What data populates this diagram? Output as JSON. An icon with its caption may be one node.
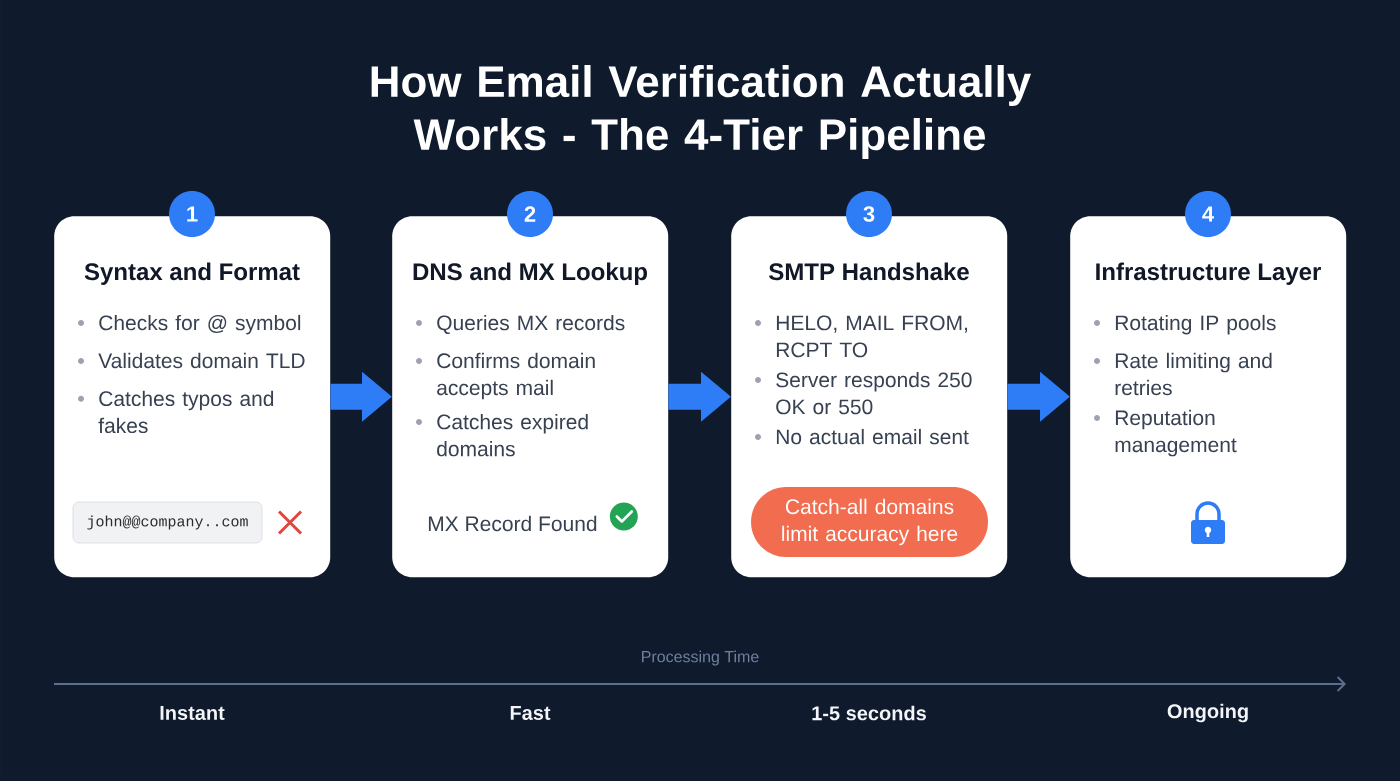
{
  "diagram": {
    "title": "How Email Verification Actually Works - The 4-Tier Pipeline",
    "nodes": [
      {
        "text": [
          "1",
          "Syntax and Format",
          "Checks for @ symbol",
          "Validates domain TLD",
          "Catches typos and fakes"
        ]
      },
      {
        "text": [
          "john@@company..com"
        ],
        "in": 0
      },
      {
        "text": [
          "2",
          "DNS and MX Lookup",
          "Queries MX records",
          "Confirms domain accepts mail",
          "Catches expired domains",
          "MX Record Found"
        ]
      },
      {
        "text": [
          "3",
          "SMTP Handshake",
          "HELO, MAIL FROM, RCPT TO",
          "Server responds 250 OK or 550",
          "No actual email sent"
        ]
      },
      {
        "text": [
          "Catch-all domains limit accuracy here"
        ],
        "in": 3
      },
      {
        "text": [
          "4",
          "Infrastructure Layer",
          "Rotating IP pools",
          "Rate limiting and retries",
          "Reputation management"
        ]
      }
    ],
    "edges": [
      {
        "from": 0,
        "to": 2,
        "arrow": "to"
      },
      {
        "from": 2,
        "to": 3,
        "arrow": "to"
      },
      {
        "from": 3,
        "to": 5,
        "arrow": "to"
      }
    ],
    "labels": [
      "Processing Time",
      "Instant",
      "Fast",
      "1-5 seconds",
      "Ongoing"
    ]
  }
}
